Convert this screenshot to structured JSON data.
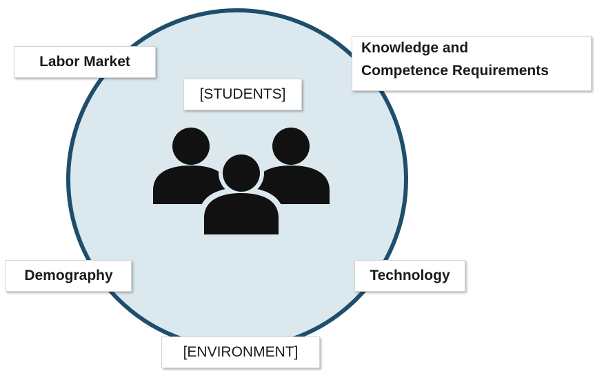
{
  "diagram": {
    "center_label": "[STUDENTS]",
    "circle_label": "[ENVIRONMENT]",
    "factors": {
      "labor_market": "Labor Market",
      "knowledge_line1": "Knowledge and",
      "knowledge_line2": "Competence Requirements",
      "demography": "Demography",
      "technology": "Technology"
    },
    "icon": "people-group-icon",
    "colors": {
      "circle_fill": "#dbe9ef",
      "circle_border": "#1f4e6d",
      "icon": "#111111"
    }
  }
}
